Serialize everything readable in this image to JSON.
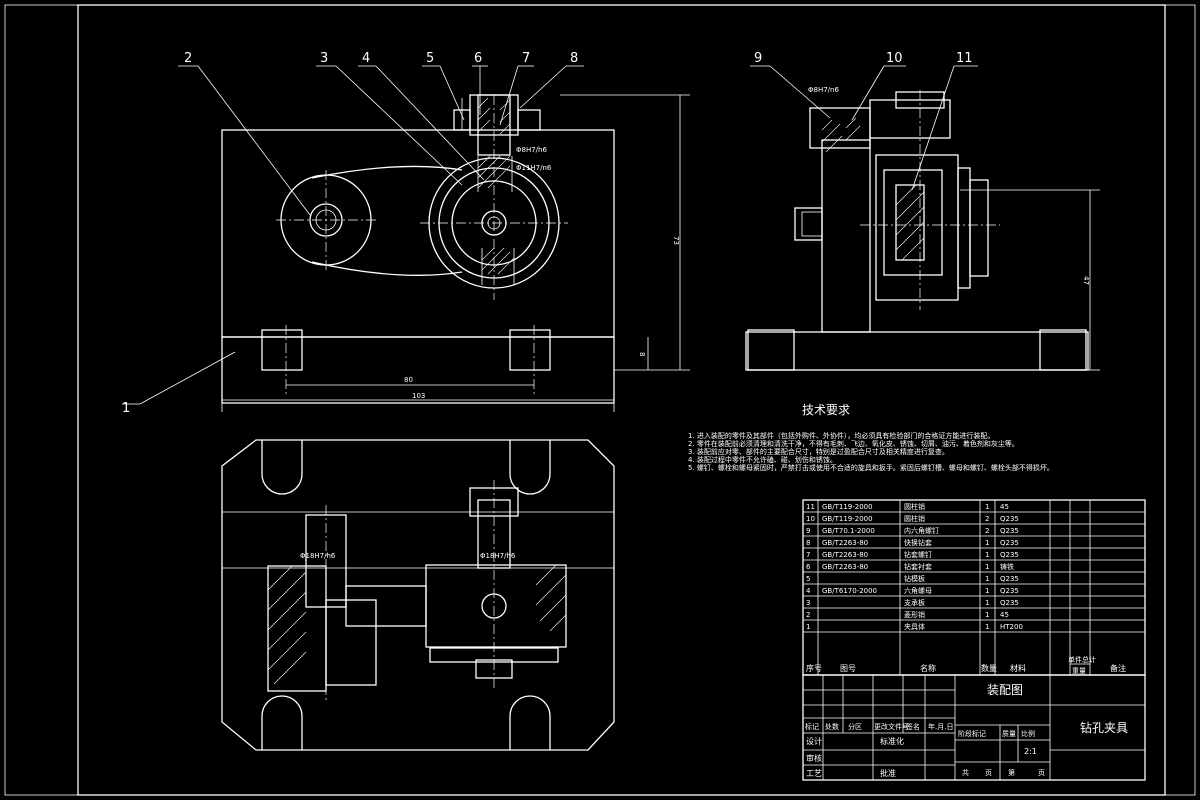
{
  "balloons": [
    "1",
    "2",
    "3",
    "4",
    "5",
    "6",
    "7",
    "8",
    "9",
    "10",
    "11"
  ],
  "dimensions": {
    "front_width": "103",
    "hole_spacing": "80",
    "base_height": "8",
    "front_height": "73",
    "side_height": "47",
    "fit_top_1": "Φ8H7/h6",
    "fit_top_2": "Φ11H7/n6",
    "fit_side": "Φ8H7/n6",
    "fit_plan_left": "Φ18H7/h6",
    "fit_plan_right": "Φ18H7/h6"
  },
  "tech_requirements": {
    "title": "技术要求",
    "items": [
      "1. 进入装配的零件及其部件（包括外购件、外协件），均必须具有检验部门的合格证方能进行装配。",
      "2. 零件在装配前必须清理和清洗干净，不得有毛刺、飞边、氧化皮、锈蚀、切屑、油污、着色剂和灰尘等。",
      "3. 装配前应对零、部件的主要配合尺寸，特别是过盈配合尺寸及相关精度进行复查。",
      "4. 装配过程中零件不允许磕、碰、划伤和锈蚀。",
      "5. 螺钉、螺栓和螺母紧固时，严禁打击或使用不合适的旋具和扳手。紧固后螺钉槽、螺母和螺钉、螺栓头部不得损坏。"
    ]
  },
  "bom": {
    "rows": [
      {
        "no": "11",
        "code": "GB/T119-2000",
        "name": "圆柱销",
        "qty": "1",
        "material": "45"
      },
      {
        "no": "10",
        "code": "GB/T119-2000",
        "name": "圆柱销",
        "qty": "2",
        "material": "Q235"
      },
      {
        "no": "9",
        "code": "GB/T70.1-2000",
        "name": "内六角螺钉",
        "qty": "2",
        "material": "Q235"
      },
      {
        "no": "8",
        "code": "GB/T2263-80",
        "name": "快换钻套",
        "qty": "1",
        "material": "Q235"
      },
      {
        "no": "7",
        "code": "GB/T2263-80",
        "name": "钻套螺钉",
        "qty": "1",
        "material": "Q235"
      },
      {
        "no": "6",
        "code": "GB/T2263-80",
        "name": "钻套衬套",
        "qty": "1",
        "material": "铸铁"
      },
      {
        "no": "5",
        "code": "",
        "name": "钻模板",
        "qty": "1",
        "material": "Q235"
      },
      {
        "no": "4",
        "code": "GB/T6170-2000",
        "name": "六角螺母",
        "qty": "1",
        "material": "Q235"
      },
      {
        "no": "3",
        "code": "",
        "name": "支承板",
        "qty": "1",
        "material": "Q235"
      },
      {
        "no": "2",
        "code": "",
        "name": "菱形销",
        "qty": "1",
        "material": "45"
      },
      {
        "no": "1",
        "code": "",
        "name": "夹具体",
        "qty": "1",
        "material": "HT200"
      }
    ],
    "headers": {
      "no": "序号",
      "code": "图号",
      "name": "名称",
      "qty": "数量",
      "material": "材料",
      "unit_weight": "单件总计",
      "weight": "重量",
      "note": "备注"
    }
  },
  "title_block": {
    "drawing_type": "装配图",
    "drawing_name": "钻孔夹具",
    "scale_label": "比例",
    "scale": "2:1",
    "mass_label": "质量",
    "stage_label": "阶段标记",
    "design": "设计",
    "standardize": "标准化",
    "review": "审核",
    "process": "工艺",
    "approve": "批准",
    "total": "共",
    "sheet": "第",
    "page": "页",
    "rev_headers": [
      "标记",
      "处数",
      "分区",
      "更改文件号",
      "签名",
      "年.月.日"
    ]
  }
}
